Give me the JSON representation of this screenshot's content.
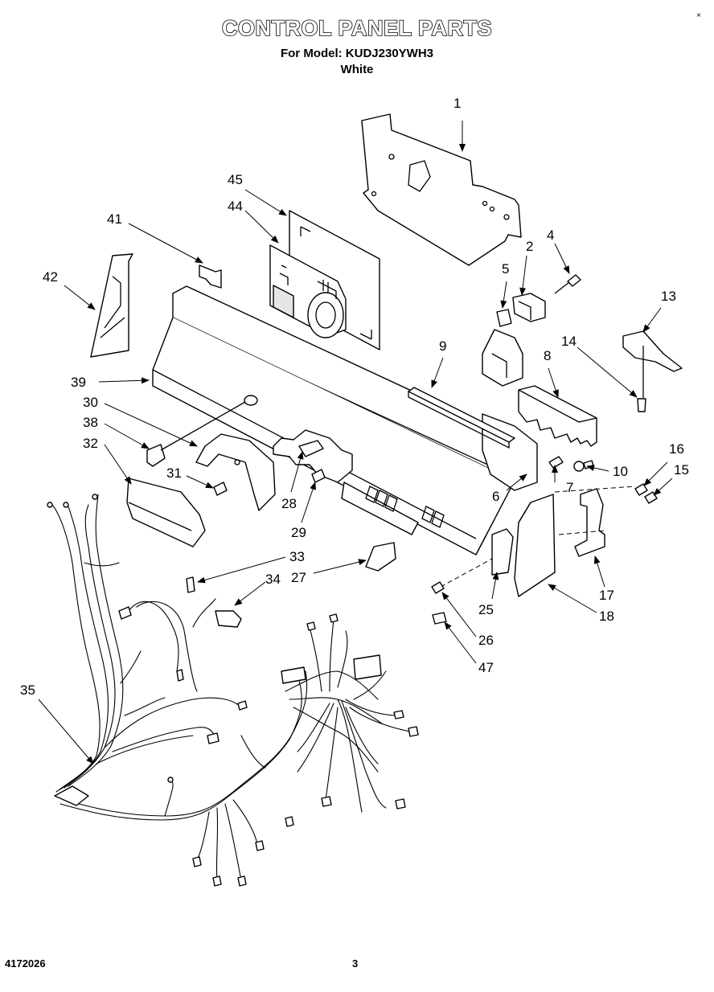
{
  "header": {
    "title": "CONTROL PANEL PARTS",
    "model_line": "For Model: KUDJ230YWH3",
    "color_line": "White"
  },
  "footer": {
    "doc_number": "4172026",
    "page_number": "3"
  },
  "callouts": [
    "1",
    "2",
    "4",
    "5",
    "6",
    "7",
    "8",
    "9",
    "10",
    "13",
    "14",
    "15",
    "16",
    "17",
    "18",
    "25",
    "26",
    "27",
    "28",
    "29",
    "30",
    "31",
    "32",
    "33",
    "34",
    "35",
    "38",
    "39",
    "41",
    "42",
    "44",
    "45",
    "47"
  ]
}
